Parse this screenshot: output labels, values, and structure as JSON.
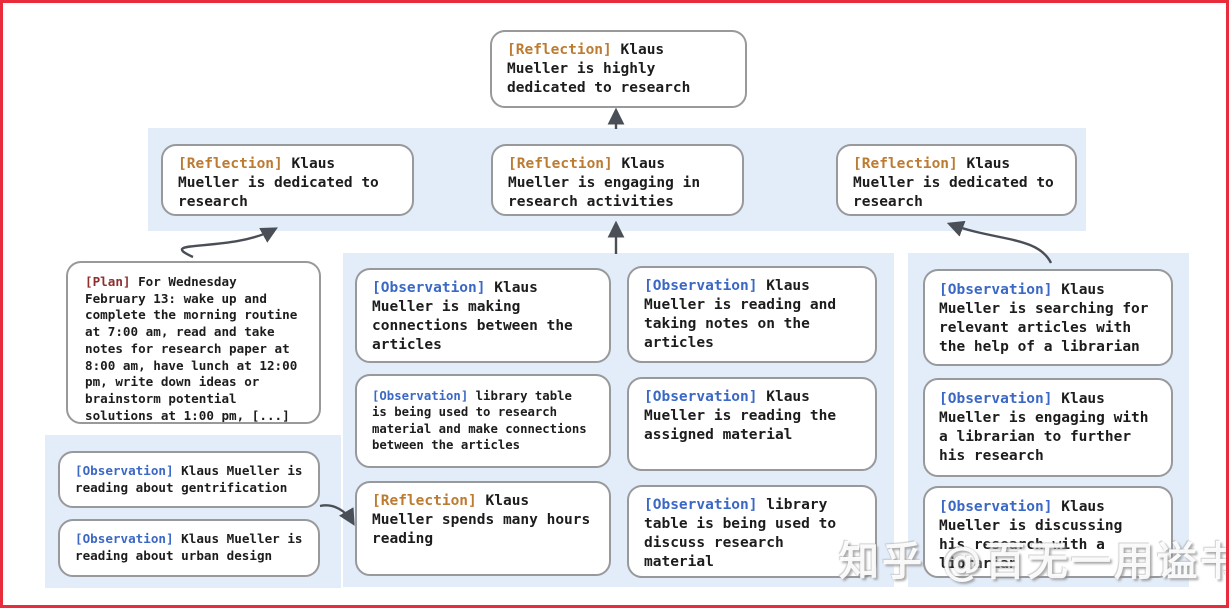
{
  "colors": {
    "frame_red": "#e92c3b",
    "band_blue": "#e3edfa",
    "box_border_gray": "#98999b",
    "reflection_tag": "#bd7b32",
    "observation_tag": "#3b68c5",
    "plan_tag": "#8e2f2f",
    "arrow_gray": "#4a4f57",
    "text_black": "#1c1c1c"
  },
  "watermark": {
    "text": "知乎 @百无一用谥书生"
  },
  "nodes": {
    "root": {
      "tag": "[Reflection]",
      "text": "Klaus Mueller is highly dedicated to research"
    },
    "l2_left": {
      "tag": "[Reflection]",
      "text": "Klaus Mueller is dedicated to research"
    },
    "l2_mid": {
      "tag": "[Reflection]",
      "text": "Klaus Mueller is engaging in research activities"
    },
    "l2_right": {
      "tag": "[Reflection]",
      "text": "Klaus Mueller is dedicated to research"
    },
    "plan": {
      "tag": "[Plan]",
      "text": "For Wednesday February 13: wake up and complete the morning routine at 7:00 am, read and take notes for research paper at 8:00 am, have lunch at 12:00 pm, write down ideas or brainstorm potential solutions at 1:00 pm, [...]"
    },
    "left_obs_1": {
      "tag": "[Observation]",
      "text": "Klaus Mueller is reading about gentrification"
    },
    "left_obs_2": {
      "tag": "[Observation]",
      "text": "Klaus Mueller is reading about urban design"
    },
    "mid_a1": {
      "tag": "[Observation]",
      "text": "Klaus Mueller is making connections between the articles"
    },
    "mid_a2": {
      "tag": "[Observation]",
      "text": "library table is being used to research material and make connections between the articles"
    },
    "mid_a3": {
      "tag": "[Reflection]",
      "text": "Klaus Mueller spends many hours reading"
    },
    "mid_b1": {
      "tag": "[Observation]",
      "text": "Klaus Mueller is reading and taking notes on the articles"
    },
    "mid_b2": {
      "tag": "[Observation]",
      "text": "Klaus Mueller is reading the assigned material"
    },
    "mid_b3": {
      "tag": "[Observation]",
      "text": "library table is being used to discuss research material"
    },
    "right_1": {
      "tag": "[Observation]",
      "text": "Klaus Mueller is searching for relevant articles with the help of a librarian"
    },
    "right_2": {
      "tag": "[Observation]",
      "text": "Klaus Mueller is engaging with a librarian to further his research"
    },
    "right_3": {
      "tag": "[Observation]",
      "text": "Klaus Mueller is discussing his research with a librarian"
    }
  }
}
